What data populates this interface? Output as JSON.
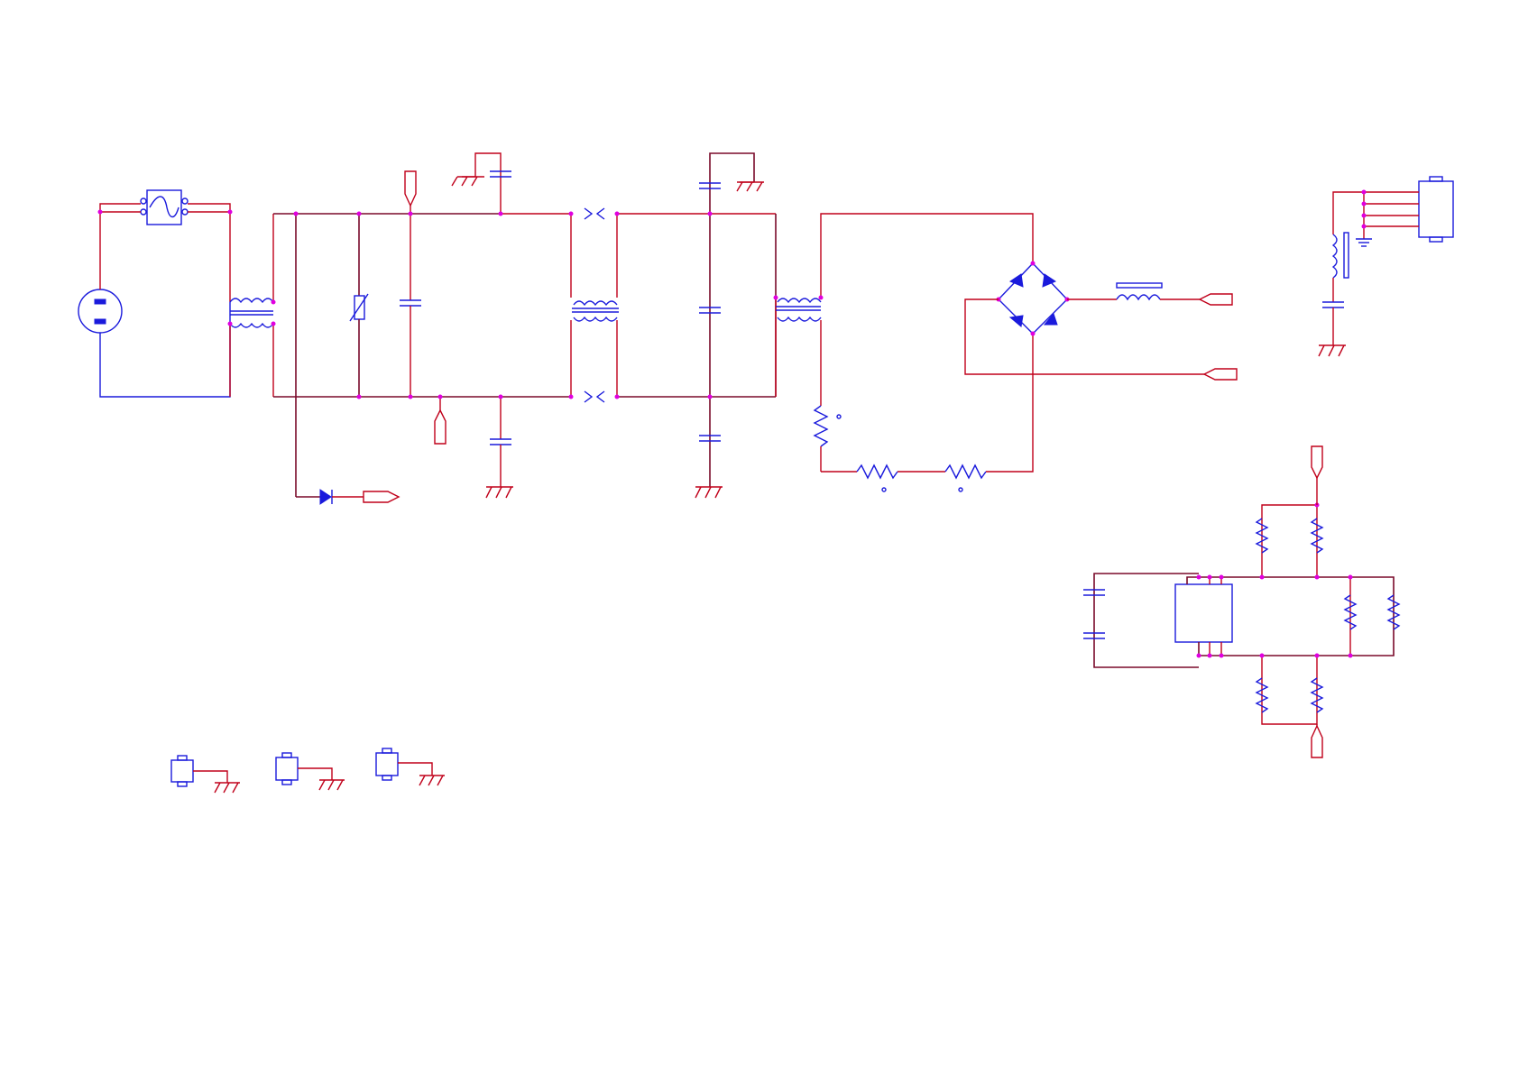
{
  "diagram": {
    "kind": "electrical-schematic",
    "colors": {
      "wire": "#c0001a",
      "wire_dark": "#7a0a2a",
      "component": "#1a1adc",
      "junction": "#e000e0",
      "background": "#ffffff"
    },
    "components": [
      "ac-inlet",
      "fuse",
      "common-mode-choke-1",
      "varistor",
      "x-capacitor-1",
      "y-capacitor-top",
      "y-capacitor-bottom",
      "common-mode-choke-2",
      "common-mode-choke-3",
      "x-capacitor-2",
      "y-capacitor-pair",
      "bleeder-resistors",
      "bridge-rectifier",
      "output-inductor",
      "output-port-plus",
      "output-port-minus",
      "diode-output",
      "fan-connector",
      "control-ic-block",
      "mounting-holes"
    ]
  }
}
